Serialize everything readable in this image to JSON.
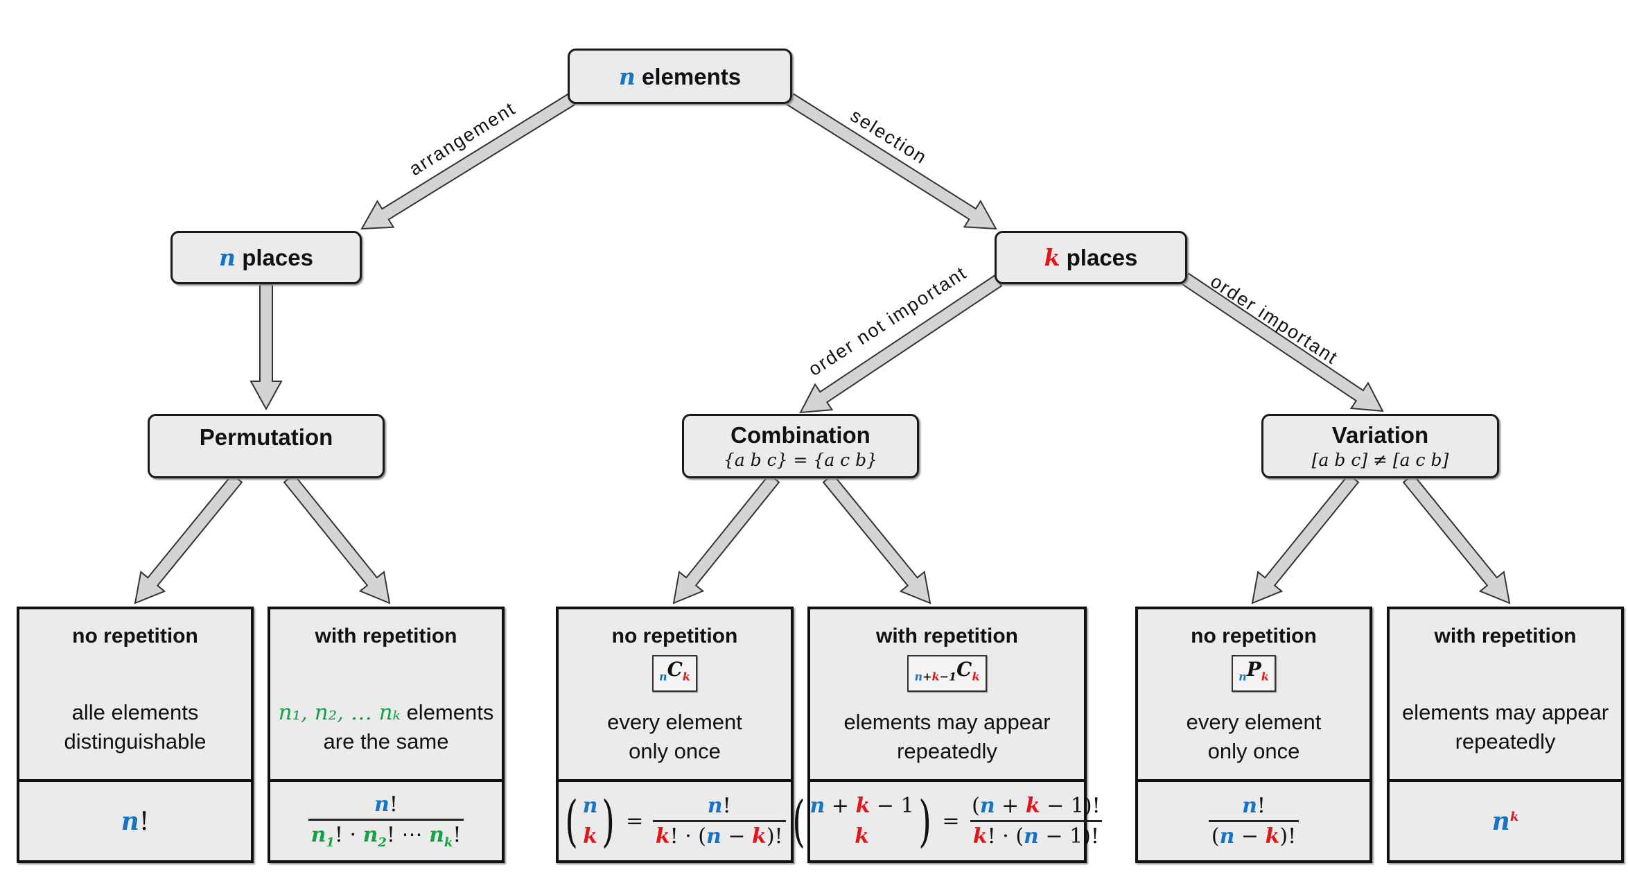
{
  "colors": {
    "blue": "#1574c4",
    "red": "#e3141b",
    "green": "#15a345",
    "node_fill": "#ebebeb",
    "arrow_fill": "#d4d4d4"
  },
  "root": {
    "var": "n",
    "label": " elements"
  },
  "left": {
    "var": "n",
    "label": " places"
  },
  "right": {
    "var": "k",
    "label": " places"
  },
  "edges": {
    "arrangement": "arrangement",
    "selection": "selection",
    "not_important": "order not important",
    "important": "order important"
  },
  "permutation": {
    "title": "Permutation"
  },
  "combination": {
    "title": "Combination",
    "example": "{a b c} = {a c b}"
  },
  "variation": {
    "title": "Variation",
    "example": "[a b c] ≠ [a c b]"
  },
  "cards": [
    {
      "head": "no repetition",
      "desc": [
        "alle elements",
        "distinguishable"
      ],
      "formula": {
        "type": "plain",
        "tokens": [
          [
            "n",
            "b"
          ],
          [
            "!",
            ""
          ]
        ]
      }
    },
    {
      "head": "with repetition",
      "desc_green": "n₁, n₂, … nₖ",
      "desc": [
        " elements",
        "are the same"
      ],
      "formula": {
        "type": "frac",
        "num": [
          [
            "n",
            "b"
          ],
          [
            "!",
            ""
          ]
        ],
        "den": [
          [
            "n",
            "g",
            "1"
          ],
          [
            "! · ",
            ""
          ],
          [
            "n",
            "g",
            "2"
          ],
          [
            "! ⋯ ",
            ""
          ],
          [
            "n",
            "g",
            "k"
          ],
          [
            "!",
            ""
          ]
        ]
      }
    },
    {
      "head": "no repetition",
      "notation": {
        "pre": [
          [
            "n",
            "b"
          ]
        ],
        "main": "C",
        "post": [
          [
            "k",
            "r"
          ]
        ]
      },
      "desc": [
        "every element",
        "only once"
      ],
      "formula": {
        "type": "binomfrac",
        "top": [
          [
            "n",
            "b"
          ]
        ],
        "bottom": [
          [
            "k",
            "r"
          ]
        ],
        "num": [
          [
            "n",
            "b"
          ],
          [
            "!",
            ""
          ]
        ],
        "den": [
          [
            "k",
            "r"
          ],
          [
            "! · (",
            ""
          ],
          [
            "n",
            "b"
          ],
          [
            " − ",
            ""
          ],
          [
            "k",
            "r"
          ],
          [
            ")!",
            ""
          ]
        ]
      }
    },
    {
      "head": "with repetition",
      "notation": {
        "pre": [
          [
            "n",
            "b"
          ],
          [
            "+",
            ""
          ],
          [
            "k",
            "r"
          ],
          [
            "−1",
            ""
          ]
        ],
        "main": "C",
        "post": [
          [
            "k",
            "r"
          ]
        ]
      },
      "desc": [
        "elements may appear",
        "repeatedly"
      ],
      "formula": {
        "type": "binomfrac",
        "top": [
          [
            "n",
            "b"
          ],
          [
            " + ",
            ""
          ],
          [
            "k",
            "r"
          ],
          [
            " − 1",
            ""
          ]
        ],
        "bottom": [
          [
            "k",
            "r"
          ]
        ],
        "num": [
          [
            "(",
            ""
          ],
          [
            "n",
            "b"
          ],
          [
            " + ",
            ""
          ],
          [
            "k",
            "r"
          ],
          [
            " − 1)!",
            ""
          ]
        ],
        "den": [
          [
            "k",
            "r"
          ],
          [
            "! · (",
            ""
          ],
          [
            "n",
            "b"
          ],
          [
            " − 1)!",
            ""
          ]
        ]
      }
    },
    {
      "head": "no repetition",
      "notation": {
        "pre": [
          [
            "n",
            "b"
          ]
        ],
        "main": "P",
        "post": [
          [
            "k",
            "r"
          ]
        ]
      },
      "desc": [
        "every element",
        "only once"
      ],
      "formula": {
        "type": "frac",
        "num": [
          [
            "n",
            "b"
          ],
          [
            "!",
            ""
          ]
        ],
        "den": [
          [
            "(",
            ""
          ],
          [
            "n",
            "b"
          ],
          [
            " − ",
            ""
          ],
          [
            "k",
            "r"
          ],
          [
            ")!",
            ""
          ]
        ]
      }
    },
    {
      "head": "with repetition",
      "desc": [
        "elements may appear",
        "repeatedly"
      ],
      "formula": {
        "type": "plain",
        "tokens": [
          [
            "n",
            "b",
            null,
            "k"
          ]
        ]
      }
    }
  ]
}
